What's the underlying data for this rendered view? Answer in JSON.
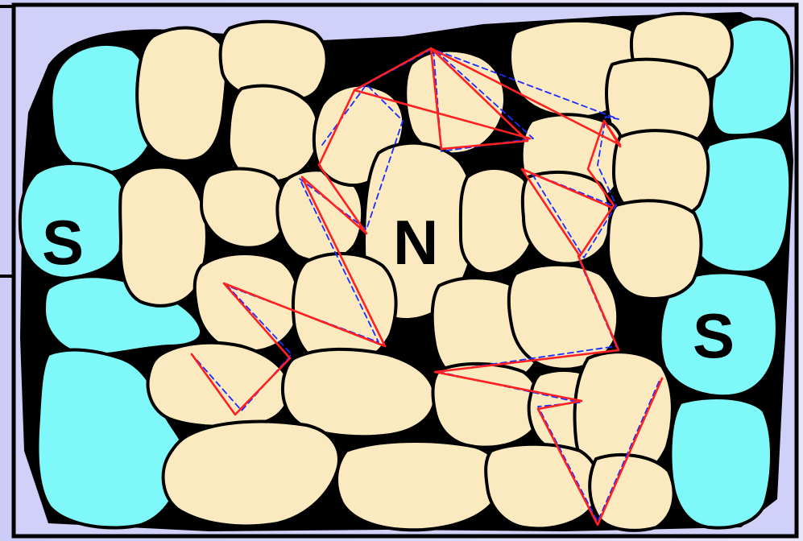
{
  "diagram": {
    "grain_labels": {
      "left_s": "S",
      "center_n": "N",
      "right_s": "S"
    },
    "colors": {
      "background": "#d0d0f8",
      "frame": "#000000",
      "grain_matrix": "#fbe9c0",
      "grain_outline": "#000000",
      "grain_s": "#7ef8f8",
      "path_solid": "#ff0000",
      "path_dashed": "#0000ff"
    }
  }
}
